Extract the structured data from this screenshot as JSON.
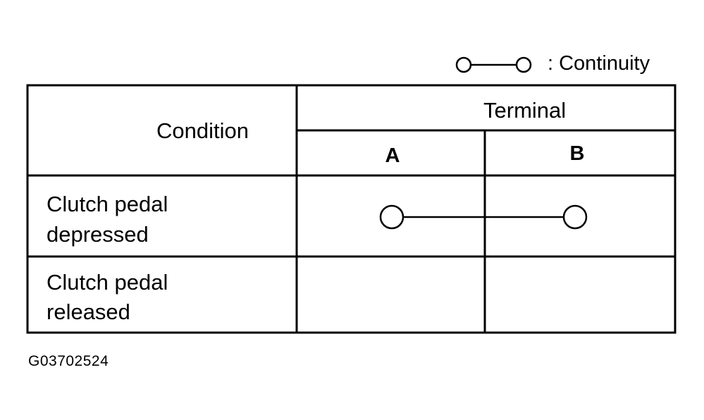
{
  "legend": {
    "symbol_icon": "continuity-symbol-icon",
    "label": ": Continuity"
  },
  "table": {
    "header": {
      "condition_label": "Condition",
      "terminal_label": "Terminal",
      "columns": [
        "A",
        "B"
      ]
    },
    "rows": [
      {
        "condition_line1": "Clutch pedal",
        "condition_line2": "depressed",
        "continuity_A_B": true
      },
      {
        "condition_line1": "Clutch pedal",
        "condition_line2": "released",
        "continuity_A_B": false
      }
    ]
  },
  "footer": {
    "code": "G03702524"
  }
}
